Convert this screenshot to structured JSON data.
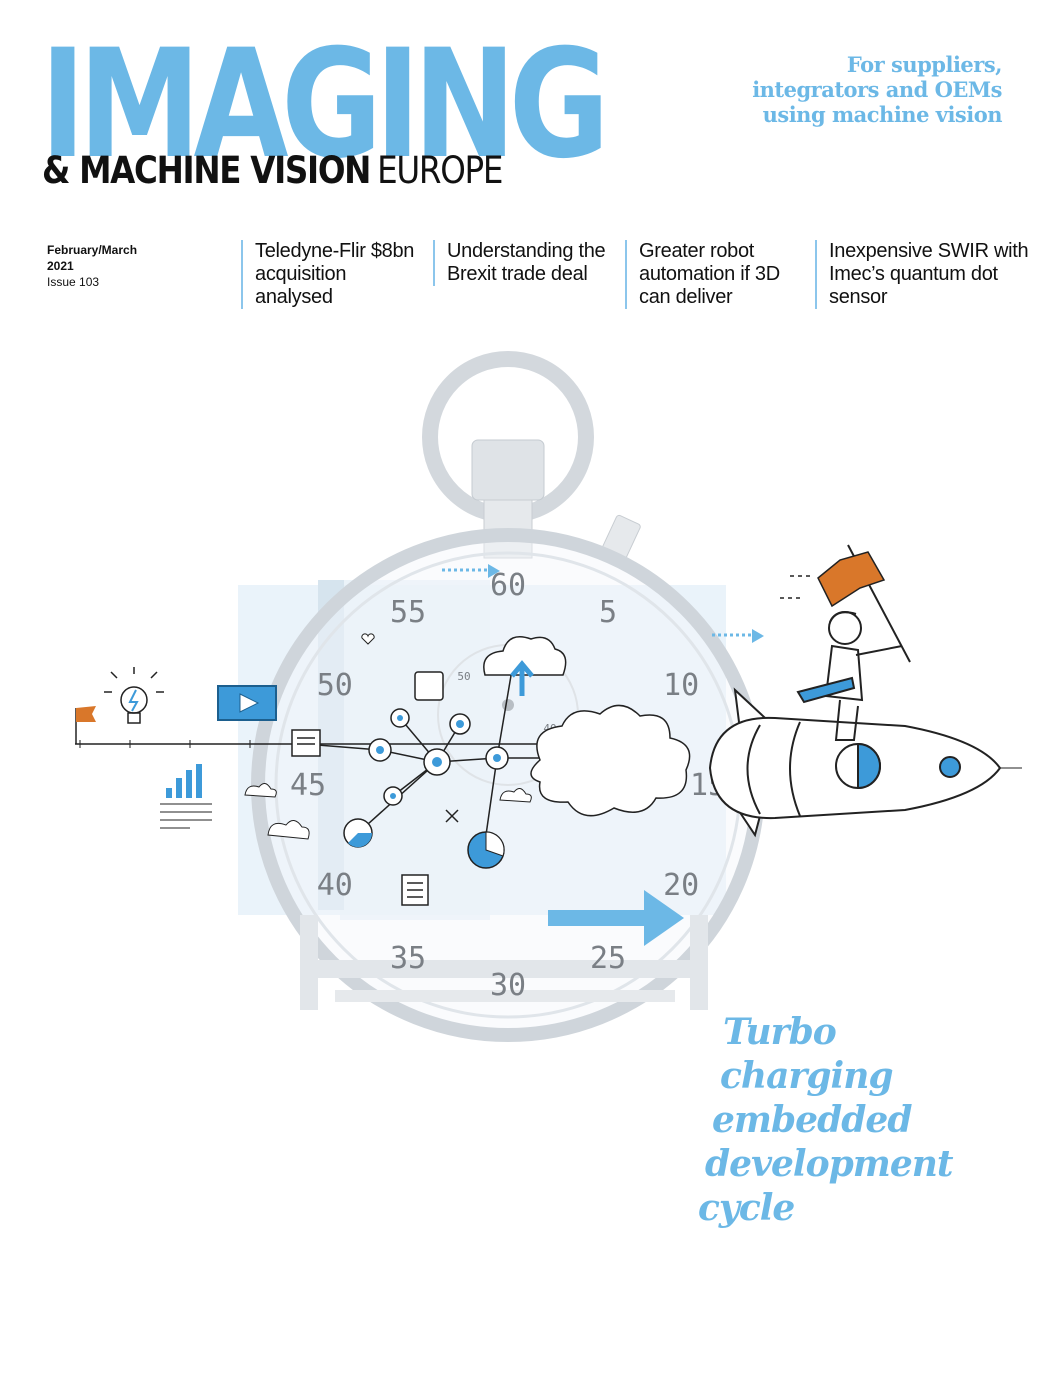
{
  "masthead": {
    "title": "IMAGING",
    "sub_bold": "& MACHINE VISION",
    "sub_light": "EUROPE"
  },
  "tagline": "For suppliers, integrators and OEMs using machine vision",
  "issue": {
    "date": "February/March",
    "year": "2021",
    "number": "Issue 103"
  },
  "headlines": [
    "Teledyne-Flir $8bn acquisition analysed",
    "Understanding the Brexit trade deal",
    "Greater robot automation if 3D can deliver",
    "Inexpensive SWIR with Imec’s quantum dot sensor"
  ],
  "illustration": {
    "dial_numbers": [
      "60",
      "5",
      "10",
      "15",
      "20",
      "25",
      "30",
      "35",
      "40",
      "45",
      "50",
      "55"
    ],
    "inner_numbers": [
      "50",
      "40"
    ],
    "icons": [
      "stopwatch-icon",
      "rocket-icon",
      "flag-icon",
      "lightbulb-icon",
      "play-icon",
      "bar-chart-icon",
      "cloud-upload-icon",
      "network-icon",
      "pie-chart-icon",
      "document-icon",
      "heart-icon",
      "arrow-icon"
    ]
  },
  "cover_story": [
    "Turbo",
    "charging",
    "embedded",
    "development",
    "cycle"
  ],
  "colors": {
    "brand_blue": "#6cb8e6",
    "icon_blue": "#3d9ad9",
    "flag_orange": "#d9772a",
    "text": "#111111"
  }
}
